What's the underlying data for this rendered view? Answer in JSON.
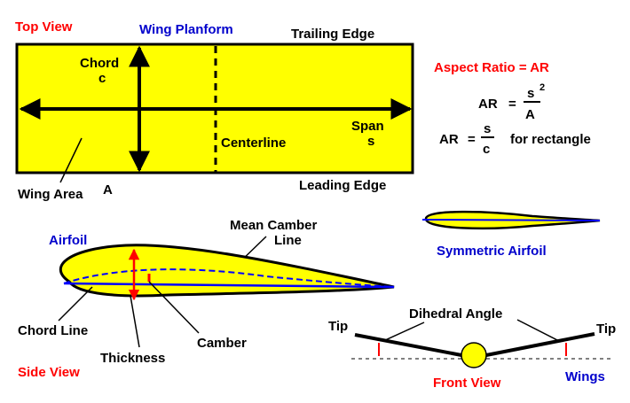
{
  "colors": {
    "wing_fill": "#ffff00",
    "outline": "#000000",
    "title_red": "#ff0000",
    "label_blue": "#0000cc",
    "chord_line_blue": "#0000ff"
  },
  "top_view": {
    "title": "Top View",
    "planform_title": "Wing Planform",
    "trailing_edge": "Trailing Edge",
    "leading_edge": "Leading Edge",
    "chord_label": "Chord",
    "chord_symbol": "c",
    "span_label": "Span",
    "span_symbol": "s",
    "centerline": "Centerline",
    "wing_area_label": "Wing Area",
    "wing_area_symbol": "A"
  },
  "aspect_ratio": {
    "title": "Aspect Ratio = AR",
    "ar_lhs": "AR",
    "eq1_numerator": "s",
    "eq1_exponent": "2",
    "eq1_denominator": "A",
    "eq2_numerator": "s",
    "eq2_denominator": "c",
    "rectangle_note": "for rectangle"
  },
  "side_view": {
    "airfoil_label": "Airfoil",
    "mean_camber_line_1": "Mean  Camber",
    "mean_camber_line_2": "Line",
    "chord_line": "Chord  Line",
    "thickness": "Thickness",
    "camber": "Camber",
    "title": "Side View"
  },
  "symmetric_airfoil": {
    "label": "Symmetric  Airfoil"
  },
  "front_view": {
    "tip_left": "Tip",
    "tip_right": "Tip",
    "dihedral_angle": "Dihedral  Angle",
    "title": "Front View",
    "wings": "Wings"
  }
}
